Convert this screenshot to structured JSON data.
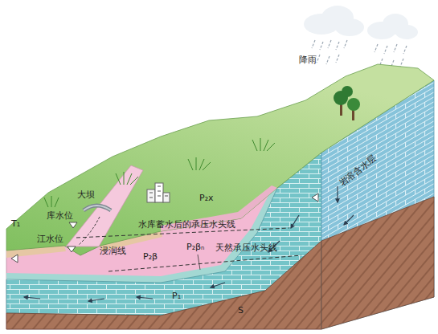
{
  "diagram": {
    "labels": [
      "降雨",
      "岩溶含水层",
      "大坝",
      "P₂x",
      "T₁",
      "库水位",
      "水库蓄水后的承压水头线",
      "江水位",
      "浸润线",
      "P₂β",
      "P₂βₙ",
      "天然承压水头线",
      "P₁",
      "S"
    ]
  }
}
